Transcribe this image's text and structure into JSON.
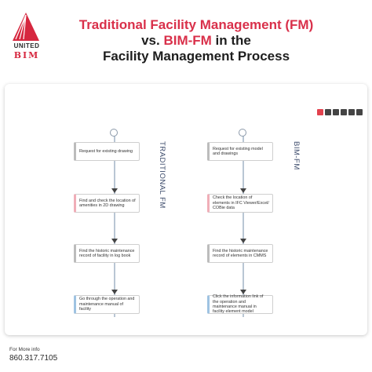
{
  "logo": {
    "line1": "UNITED",
    "line2": "BIM"
  },
  "title": {
    "line1": "Traditional Facility Management (FM)",
    "line2_prefix": "vs. ",
    "line2_accent": "BIM-FM",
    "line2_suffix": " in the",
    "line3": "Facility Management Process"
  },
  "social_icons": [
    {
      "icon": "facebook-icon",
      "color": "#e2424e"
    },
    {
      "icon": "twitter-icon",
      "color": "#444444"
    },
    {
      "icon": "instagram-icon",
      "color": "#444444"
    },
    {
      "icon": "linkedin-icon",
      "color": "#444444"
    },
    {
      "icon": "pinterest-icon",
      "color": "#444444"
    },
    {
      "icon": "youtube-icon",
      "color": "#444444"
    }
  ],
  "traditional": {
    "label": "TRADITIONAL FM",
    "steps": [
      "Request for existing drawing",
      "Find and check the location of amenities in 2D drawing",
      "Find the historic maintenance record of facility in log book",
      "Go through the operation and maintenance manual of facility"
    ]
  },
  "bimfm": {
    "label": "BIM-FM",
    "steps": [
      "Request for existing model and drawings",
      "Check the location of elements in IFC Viewer/Excel/ COBie data",
      "Find the historic maintenance record of elements in CMMS",
      "Click the information link of the operation and maintenance manual in facility element model"
    ]
  },
  "footer": {
    "info": "For More info",
    "phone": "860.317.7105"
  },
  "colors": {
    "accent": "#d9304a",
    "dark": "#1e1e1e",
    "line": "#b9c6d4"
  }
}
